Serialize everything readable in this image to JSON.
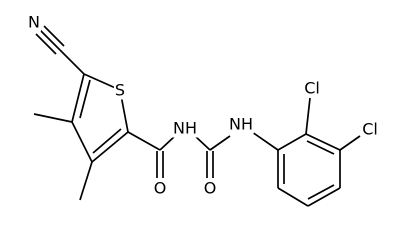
{
  "molecule": {
    "atoms": {
      "n_nitrile": "N",
      "s_thiophene": "S",
      "o_amide": "O",
      "nh_amide": "NH",
      "o_urea": "O",
      "nh_urea": "NH",
      "cl_ortho": "Cl",
      "cl_meta": "Cl"
    }
  }
}
